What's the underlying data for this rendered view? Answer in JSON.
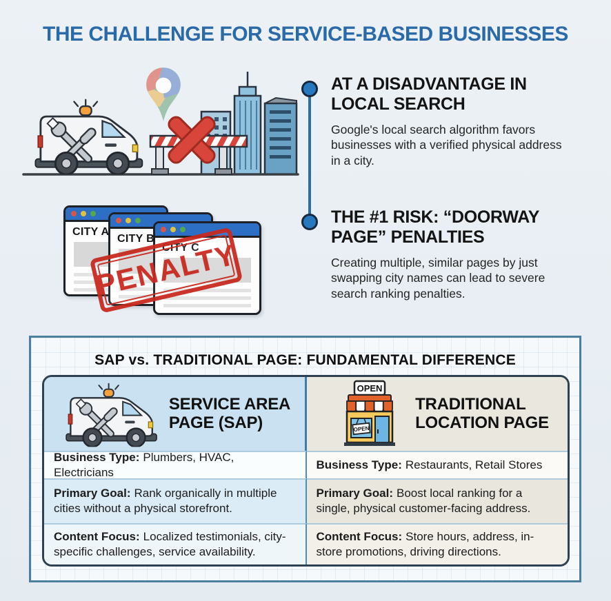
{
  "page": {
    "title": "THE CHALLENGE FOR SERVICE-BASED BUSINESSES"
  },
  "callouts": [
    {
      "heading_lines": [
        "AT A DISADVANTAGE IN",
        "LOCAL SEARCH"
      ],
      "body": "Google's local search algorithm favors businesses with a verified physical address in a city."
    },
    {
      "heading_lines": [
        "THE #1 RISK: “DOORWAY",
        "PAGE” PENALTIES"
      ],
      "body": "Creating multiple, similar pages by just swapping city names can lead to severe search ranking penalties."
    }
  ],
  "browser_windows": {
    "labels": [
      "CITY A",
      "CITY B",
      "CITY C"
    ],
    "stamp": "PENALTY"
  },
  "storefront": {
    "sign_top": "OPEN",
    "sign_window": "OPEN"
  },
  "comparison": {
    "title": "SAP vs. TRADITIONAL PAGE: FUNDAMENTAL DIFFERENCE",
    "columns": [
      {
        "header_lines": [
          "SERVICE AREA",
          "PAGE (SAP)"
        ],
        "icon": "service-van-icon"
      },
      {
        "header_lines": [
          "TRADITIONAL",
          "LOCATION PAGE"
        ],
        "icon": "storefront-icon"
      }
    ],
    "rows": [
      {
        "label": "Business Type:",
        "sap": "Plumbers, HVAC, Electricians",
        "traditional": "Restaurants, Retail Stores"
      },
      {
        "label": "Primary Goal:",
        "sap": "Rank organically in multiple cities without a physical storefront.",
        "traditional": "Boost local ranking for a single, physical customer-facing address."
      },
      {
        "label": "Content Focus:",
        "sap": "Localized testimonials, city-specific challenges, service availability.",
        "traditional": "Store hours, address, in-store promotions, driving directions."
      }
    ]
  },
  "colors": {
    "title_blue": "#2a6aa8",
    "accent_blue": "#2878be",
    "stamp_red": "#c8291f",
    "sap_header_bg": "#c9e1f1",
    "traditional_header_bg": "#eae7df",
    "window_bar_blue": "#2d6fc4",
    "x_red": "#d8453a"
  }
}
